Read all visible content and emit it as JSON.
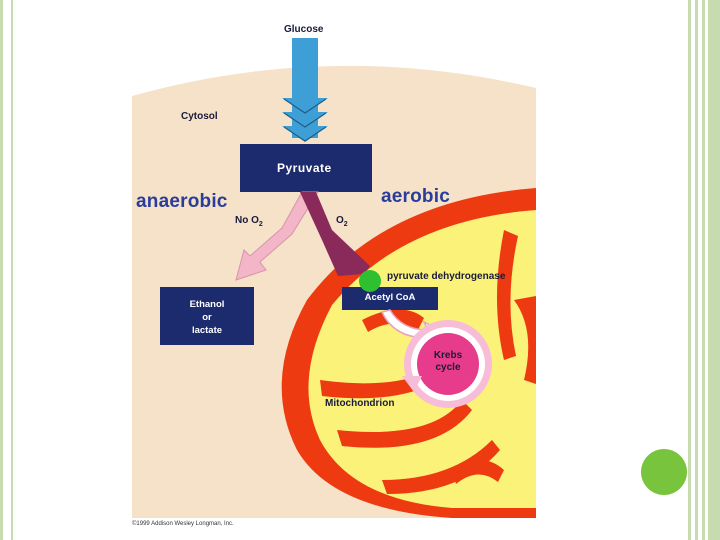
{
  "figure": {
    "glucose": "Glucose",
    "cytosol": "Cytosol",
    "pyruvate": "Pyruvate",
    "anaerobic": "anaerobic",
    "aerobic": "aerobic",
    "no_o2_prefix": "No O",
    "o2_prefix": "O",
    "o2_subscript": "2",
    "ethanol_line1": "Ethanol",
    "ethanol_line2": "or",
    "ethanol_line3": "lactate",
    "acetyl_coa": "Acetyl CoA",
    "enzyme": "pyruvate dehydrogenase",
    "krebs_line1": "Krebs",
    "krebs_line2": "cycle",
    "mitochondrion": "Mitochondrion",
    "copyright": "©1999 Addison Wesley Longman, Inc."
  },
  "colors": {
    "frame": "#c6dcae",
    "accent_dot": "#78c43c",
    "cytosol": "#f5e2c8",
    "mito_outer": "#ee3a10",
    "mito_matrix": "#fbf27a",
    "navy_box": "#1c2a6e",
    "arrow_blue": "#3e9fd6",
    "anaerobic_arrow": "#f2b6c8",
    "aerobic_arrow": "#8a2a5a",
    "enzyme_dot": "#2ec02e",
    "krebs": "#e73c8c"
  }
}
